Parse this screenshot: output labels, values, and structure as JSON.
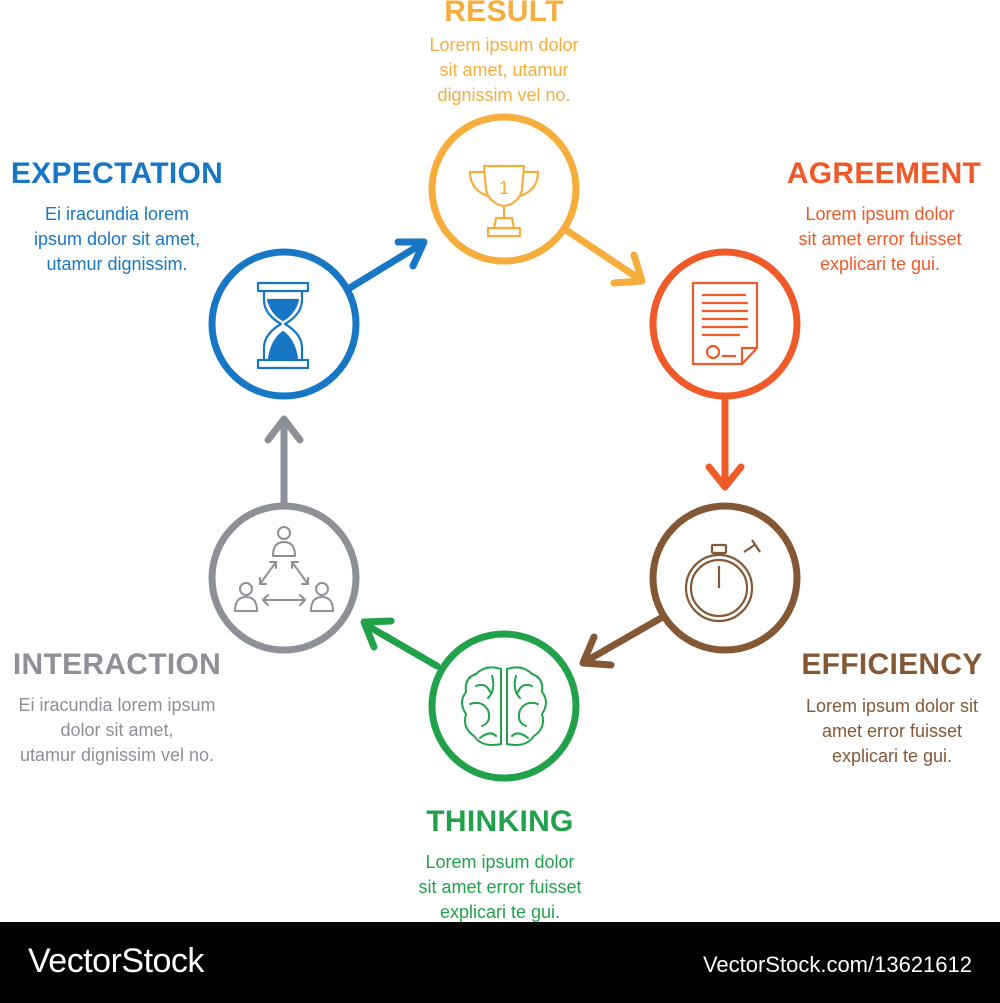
{
  "steps": {
    "result": {
      "title": "RESULT",
      "lines": [
        "Lorem ipsum dolor",
        "sit amet, utamur",
        "dignissim vel no."
      ],
      "color": "#f6ad3c",
      "icon": "trophy-icon"
    },
    "agreement": {
      "title": "AGREEMENT",
      "lines": [
        "Lorem ipsum dolor",
        "sit amet error fuisset",
        "explicari te gui."
      ],
      "color": "#ef5a28",
      "icon": "document-icon"
    },
    "efficiency": {
      "title": "EFFICIENCY",
      "lines": [
        "Lorem ipsum dolor sit",
        "amet error fuisset",
        "explicari te gui."
      ],
      "color": "#845835",
      "icon": "stopwatch-icon"
    },
    "thinking": {
      "title": "THINKING",
      "lines": [
        "Lorem ipsum dolor",
        "sit amet error fuisset",
        "explicari te gui."
      ],
      "color": "#21a24a",
      "icon": "brain-icon"
    },
    "interaction": {
      "title": "INTERACTION",
      "lines": [
        "Ei iracundia lorem ipsum",
        "dolor sit amet,",
        "utamur dignissim vel no."
      ],
      "color": "#8d9096",
      "icon": "people-network-icon"
    },
    "expectation": {
      "title": "EXPECTATION",
      "lines": [
        "Ei iracundia lorem",
        "ipsum dolor sit amet,",
        "utamur dignissim."
      ],
      "color": "#1877c4",
      "icon": "hourglass-icon"
    }
  },
  "footer": {
    "brand": "VectorStock",
    "url": "VectorStock.com/13621612"
  }
}
